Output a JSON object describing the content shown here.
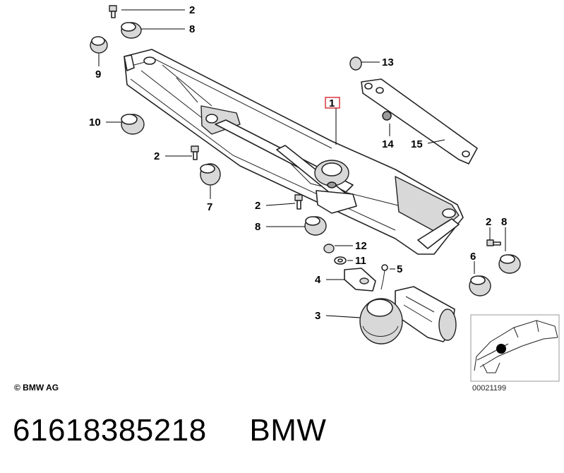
{
  "callouts": {
    "top_screw_2": "2",
    "top_bushing_8": "8",
    "left_grommet_9": "9",
    "left_bushing_10": "10",
    "mid_screw_2": "2",
    "mid_bushing_7": "7",
    "low_screw_2": "2",
    "low_bushing_8": "8",
    "main_assembly_1": "1",
    "link_cap_13": "13",
    "link_nut_14": "14",
    "link_rod_15": "15",
    "nut_12": "12",
    "washer_11": "11",
    "connector_5": "5",
    "bracket_4": "4",
    "motor_3": "3",
    "right_screw_2": "2",
    "right_bushing_8": "8",
    "right_grommet_6": "6"
  },
  "colors": {
    "highlight_box": "#d9363e",
    "location_dot": "#000000",
    "inset_border": "#999999"
  },
  "footer": {
    "copyright": "© BMW AG",
    "reference_number": "00021199"
  },
  "listing": {
    "part_number": "61618385218",
    "brand": "BMW"
  }
}
